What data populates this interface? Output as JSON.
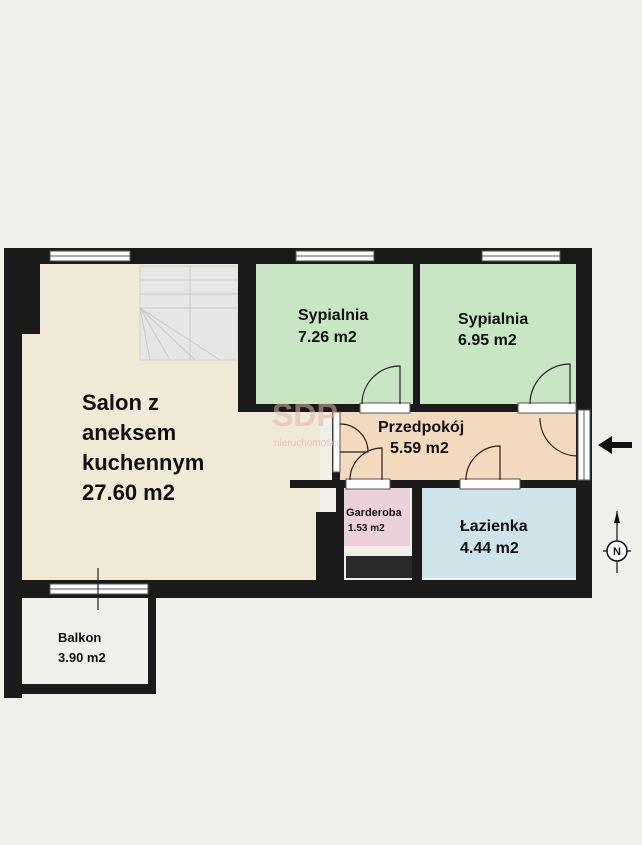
{
  "floorplan": {
    "rooms": [
      {
        "name": "Salon z",
        "line2": "aneksem",
        "line3": "kuchennym",
        "area": "27.60 m2",
        "color": "#efe9d6"
      },
      {
        "name": "Sypialnia",
        "area": "7.26 m2",
        "color": "#c8e6c3"
      },
      {
        "name": "Sypialnia",
        "area": "6.95 m2",
        "color": "#c8e6c3"
      },
      {
        "name": "Przedpokój",
        "area": "5.59 m2",
        "color": "#f3d9bd"
      },
      {
        "name": "Garderoba",
        "area": "1.53 m2",
        "color": "#ecd1dd"
      },
      {
        "name": "Łazienka",
        "area": "4.44 m2",
        "color": "#cfe4ea"
      },
      {
        "name": "Balkon",
        "area": "3.90 m2",
        "color": "#f1efea"
      }
    ],
    "compass_label": "N",
    "watermark": "SDP",
    "watermark_sub": "nieruchomości",
    "colors": {
      "wall": "#1b1b1b",
      "background": "#f1efea",
      "entrance_arrow": "#111111"
    }
  }
}
